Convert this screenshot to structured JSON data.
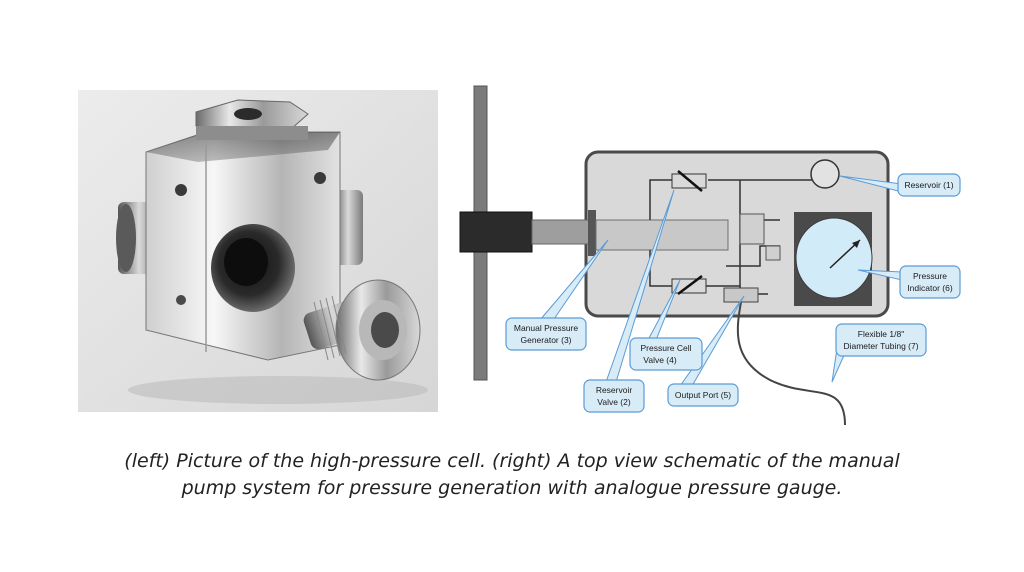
{
  "caption": {
    "line1": "(left) Picture of the high-pressure cell. (right) A top view schematic of the manual",
    "line2": "pump system for pressure generation with analogue pressure gauge."
  },
  "callouts": {
    "reservoir": "Reservoir (1)",
    "pressure_indicator_l1": "Pressure",
    "pressure_indicator_l2": "Indicator (6)",
    "manual_generator_l1": "Manual Pressure",
    "manual_generator_l2": "Generator (3)",
    "cell_valve_l1": "Pressure Cell",
    "cell_valve_l2": "Valve (4)",
    "reservoir_valve_l1": "Reservoir",
    "reservoir_valve_l2": "Valve (2)",
    "output_port": "Output Port (5)",
    "tubing_l1": "Flexible 1/8\"",
    "tubing_l2": "Diameter Tubing (7)"
  },
  "colors": {
    "callout_fill": "#d8ecf8",
    "callout_stroke": "#5b9bd5",
    "panel_fill": "#d9d9d9",
    "panel_stroke": "#4a4a4a",
    "gauge_fill": "#d2ebf9"
  }
}
